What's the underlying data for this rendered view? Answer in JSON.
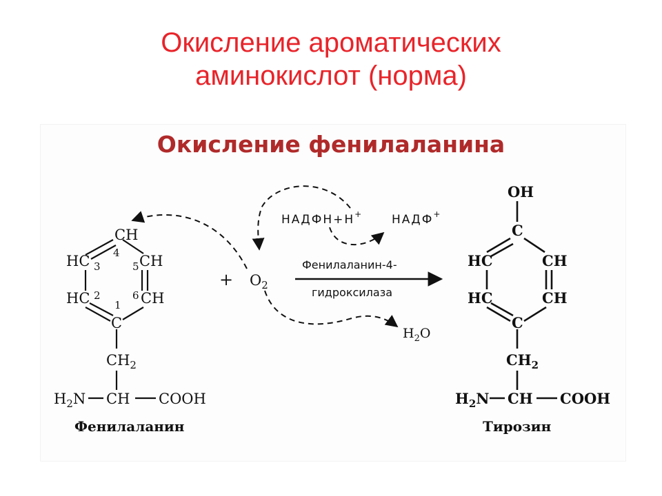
{
  "slide": {
    "title_line1": "Окисление ароматических",
    "title_line2": "аминокислот (норма)",
    "figure_title": "Окисление фенилаланина"
  },
  "reaction": {
    "plus": "+",
    "oxygen": "O",
    "oxygen_sub": "2",
    "nadph": "НАДФН+Н",
    "nadph_sup": "+",
    "nadp": "НАДФ",
    "nadp_sup": "+",
    "enzyme_line1": "Фенилаланин-4-",
    "enzyme_line2": "гидроксилаза",
    "water": "H",
    "water_sub": "2",
    "water_o": "O"
  },
  "phenylalanine": {
    "ch_top": "CH",
    "num4": "4",
    "hc3": "HC",
    "num3": "3",
    "num5": "5",
    "ch5": "CH",
    "hc2": "HC",
    "num2": "2",
    "num6": "6",
    "ch6": "CH",
    "num1": "1",
    "c1": "C",
    "ch2": "CH",
    "ch2_sub": "2",
    "h2n": "H",
    "h2n_sub": "2",
    "n": "N",
    "ch": "CH",
    "cooh": "COOH",
    "name": "Фенилаланин"
  },
  "tyrosine": {
    "oh": "OH",
    "c_top": "C",
    "hc_left_top": "HC",
    "ch_right_top": "CH",
    "hc_left_bottom": "HC",
    "ch_right_bottom": "CH",
    "c_bottom": "C",
    "ch2": "CH",
    "ch2_sub": "2",
    "h2n": "H",
    "h2n_sub": "2",
    "n": "N",
    "ch": "CH",
    "cooh": "COOH",
    "name": "Тирозин"
  }
}
